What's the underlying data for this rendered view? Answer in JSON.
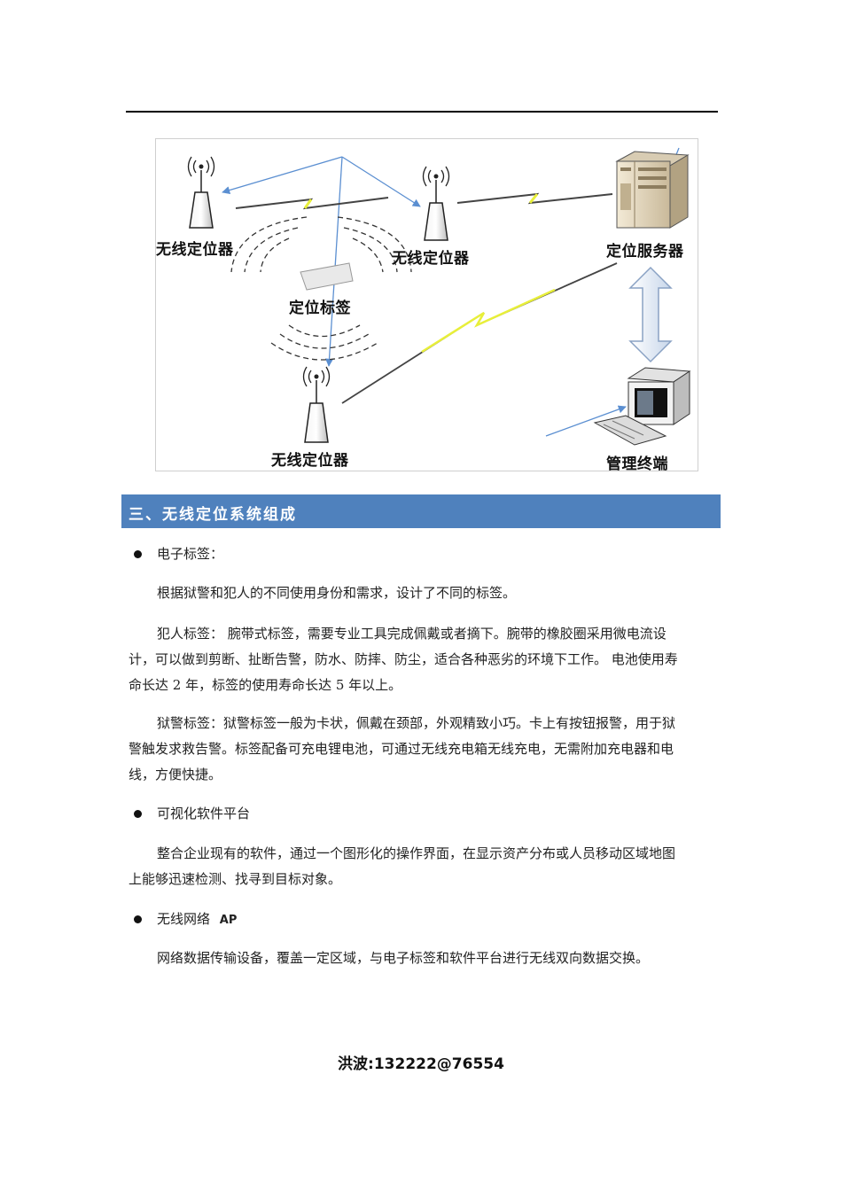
{
  "figure": {
    "labels": {
      "locator_left": "无线定位器",
      "locator_middle": "无线定位器",
      "locator_bottom": "无线定位器",
      "server": "定位服务器",
      "tag": "定位标签",
      "terminal": "管理终端"
    },
    "colors": {
      "arrow_blue": "#5b8fd1",
      "lightning_yellow": "#e8ef3a",
      "line_dark": "#444444"
    }
  },
  "section": {
    "title": "三、无线定位系统组成"
  },
  "bullets": {
    "tag": "电子标签：",
    "platform": "可视化软件平台",
    "network": "无线网络",
    "network_ap": "AP"
  },
  "paragraphs": {
    "p1": "根据狱警和犯人的不同使用身份和需求，设计了不同的标签。",
    "p2_l1": "犯人标签：  腕带式标签，需要专业工具完成佩戴或者摘下。腕带的橡胶圈采用微电流设",
    "p2_l2": "计，可以做到剪断、扯断告警，防水、防摔、防尘，适合各种恶劣的环境下工作。  电池使用寿",
    "p2_l3": "命长达 2 年，标签的使用寿命长达 5 年以上。",
    "p3_l1": "狱警标签：狱警标签一般为卡状，佩戴在颈部，外观精致小巧。卡上有按钮报警，用于狱",
    "p3_l2": "警触发求救告警。标签配备可充电锂电池，可通过无线充电箱无线充电，无需附加充电器和电",
    "p3_l3": "线，方便快捷。",
    "p4_l1": "整合企业现有的软件，通过一个图形化的操作界面，在显示资产分布或人员移动区域地图",
    "p4_l2": "上能够迅速检测、找寻到目标对象。",
    "p5": "网络数据传输设备，覆盖一定区域，与电子标签和软件平台进行无线双向数据交换。"
  },
  "footer": {
    "contact": "洪波:132222@76554"
  }
}
